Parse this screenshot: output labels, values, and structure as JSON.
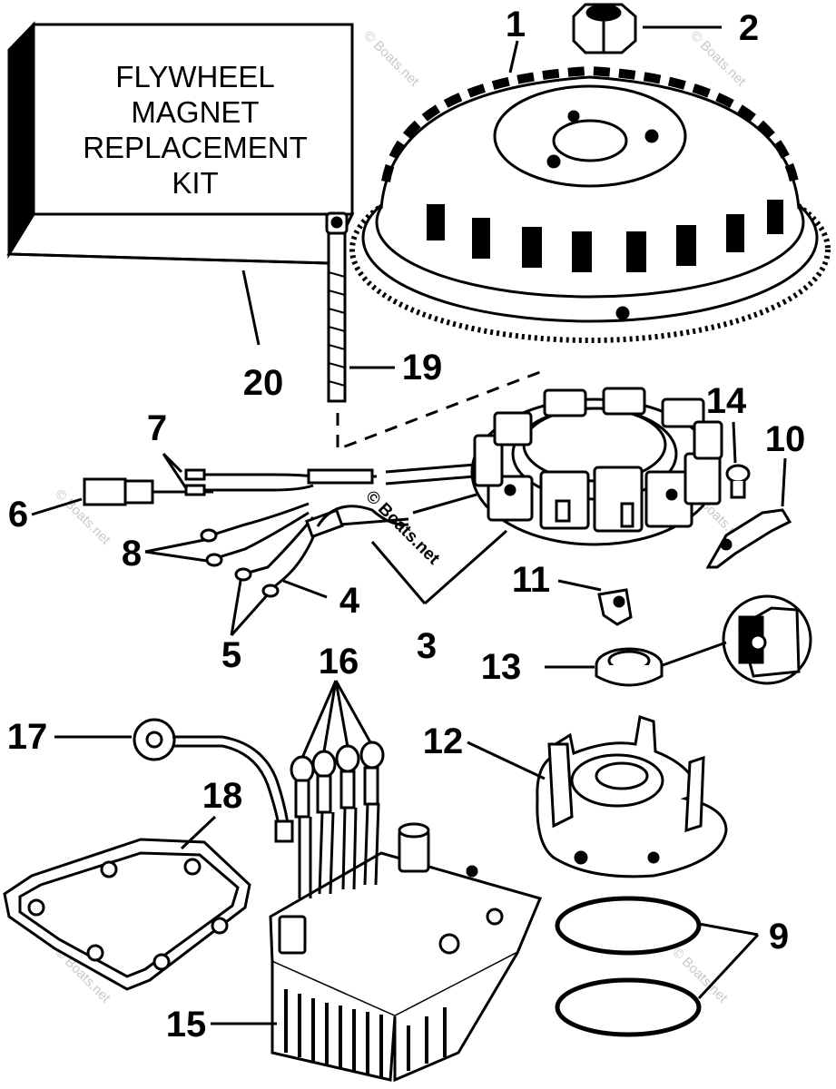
{
  "kit_box": {
    "line1": "FLYWHEEL",
    "line2": "MAGNET",
    "line3": "REPLACEMENT",
    "line4": "KIT"
  },
  "callouts": [
    "1",
    "2",
    "3",
    "4",
    "5",
    "6",
    "7",
    "8",
    "9",
    "10",
    "11",
    "12",
    "13",
    "14",
    "15",
    "16",
    "17",
    "18",
    "19",
    "20"
  ],
  "watermark": "© Boats.net",
  "watermark_center": "© Boats.net"
}
